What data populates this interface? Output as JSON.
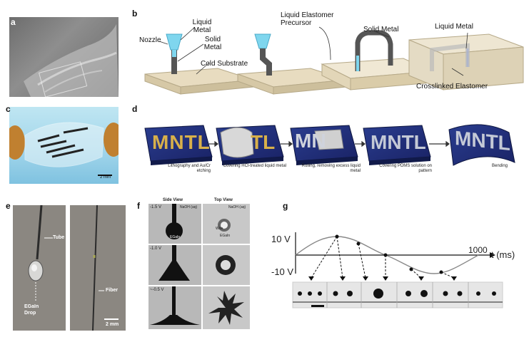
{
  "panels": {
    "a": {
      "label": "a"
    },
    "b": {
      "label": "b",
      "nozzle": "Nozzle",
      "liquid_metal": "Liquid Metal",
      "solid_metal": "Solid Metal",
      "cold_substrate": "Cold Substrate",
      "liquid_elastomer_precursor": "Liquid Elastomer Precursor",
      "solid_metal_2": "Solid Metal",
      "liquid_metal_2": "Liquid Metal",
      "crosslinked_elastomer": "Crosslinked Elastomer"
    },
    "c": {
      "label": "c",
      "scalebar": "2 mm"
    },
    "d": {
      "label": "d",
      "letters": [
        "M",
        "N",
        "T",
        "L"
      ],
      "steps": [
        "Lithography and Au/Cr etching",
        "Covering HCl-treated liquid metal",
        "Rolling, removing excess liquid metal",
        "Covering PDMS solution on pattern",
        "Bending"
      ]
    },
    "e": {
      "label": "e",
      "tube": "Tube",
      "egain_drop": "EGaIn Drop",
      "fiber": "Fiber",
      "scalebar": "2 mm"
    },
    "f": {
      "label": "f",
      "side_view": "Side View",
      "top_view": "Top View",
      "naoh": "NaOH (aq)",
      "voltages": [
        "-1.5 V",
        "-1.0 V",
        "~-0.5 V"
      ],
      "egain": "EGaIn",
      "wire": "Wire"
    },
    "g": {
      "label": "g",
      "y_top": "10 V",
      "y_bottom": "-10 V",
      "x_end": "1000",
      "x_unit": "t (ms)"
    }
  }
}
